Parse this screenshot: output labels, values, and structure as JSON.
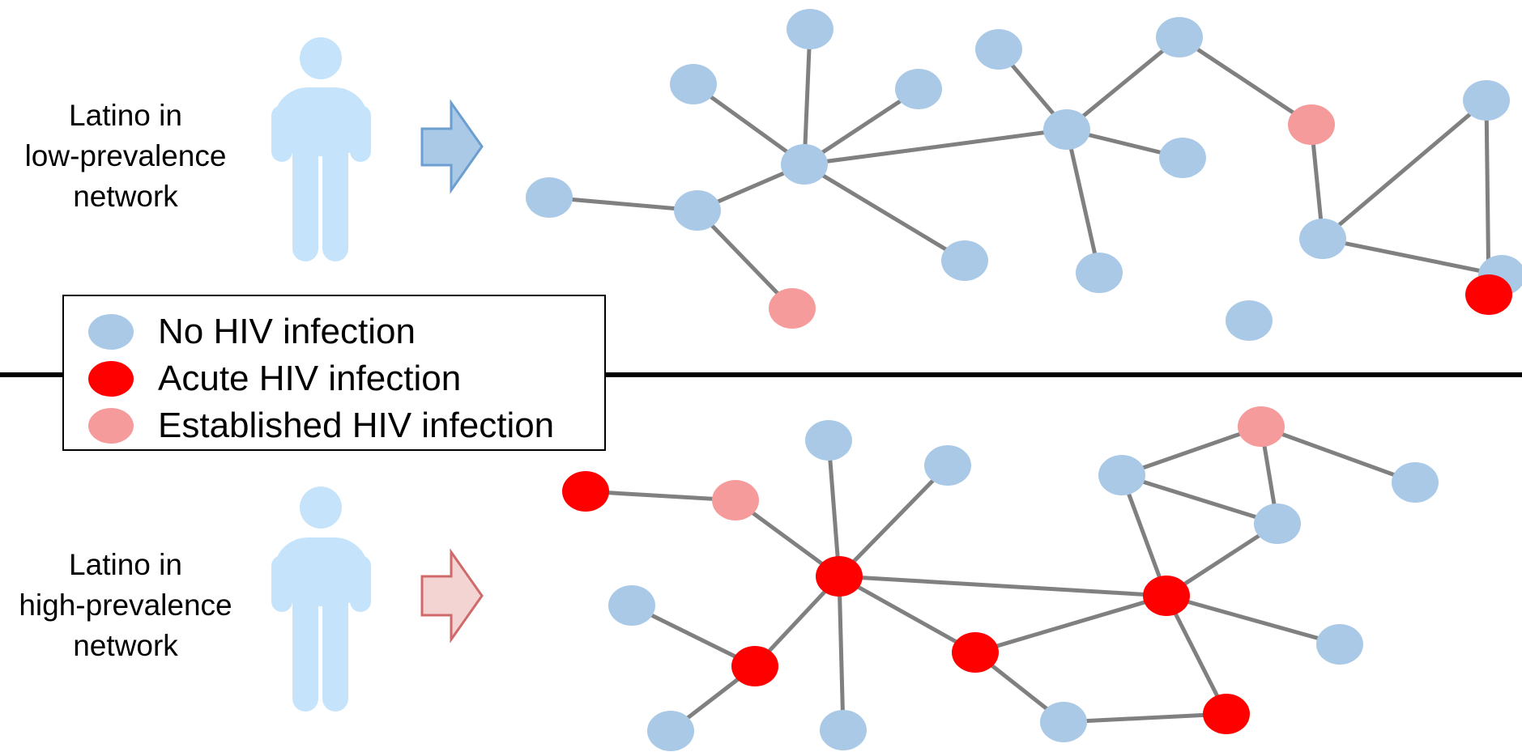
{
  "colors": {
    "no_infection": "#a9c9e6",
    "acute": "#ff0000",
    "established": "#f59b9b",
    "edge": "#808080",
    "person": "#c5e4fb"
  },
  "panels": {
    "top": {
      "caption_lines": [
        "Latino in",
        "low-prevalence",
        "network"
      ]
    },
    "bottom": {
      "caption_lines": [
        "Latino in",
        "high-prevalence",
        "network"
      ]
    }
  },
  "legend": {
    "items": [
      {
        "label": "No HIV infection",
        "status": "none"
      },
      {
        "label": "Acute HIV infection",
        "status": "acute"
      },
      {
        "label": "Established HIV infection",
        "status": "established"
      }
    ]
  },
  "networks": {
    "top": {
      "nodes": [
        {
          "id": "t1",
          "status": "none"
        },
        {
          "id": "t2",
          "status": "none"
        },
        {
          "id": "t3",
          "status": "none"
        },
        {
          "id": "t4",
          "status": "none"
        },
        {
          "id": "t5",
          "status": "none"
        },
        {
          "id": "t6",
          "status": "none"
        },
        {
          "id": "t7",
          "status": "none"
        },
        {
          "id": "t8",
          "status": "none"
        },
        {
          "id": "t9",
          "status": "established"
        },
        {
          "id": "t10",
          "status": "none"
        },
        {
          "id": "t11",
          "status": "none"
        },
        {
          "id": "t12",
          "status": "none"
        },
        {
          "id": "t13",
          "status": "none"
        },
        {
          "id": "t14",
          "status": "none"
        },
        {
          "id": "t15",
          "status": "established"
        },
        {
          "id": "t16",
          "status": "none"
        },
        {
          "id": "t17",
          "status": "none"
        },
        {
          "id": "t18",
          "status": "none"
        },
        {
          "id": "t19",
          "status": "acute"
        }
      ],
      "edges": [
        [
          "t5",
          "t1"
        ],
        [
          "t5",
          "t2"
        ],
        [
          "t5",
          "t3"
        ],
        [
          "t5",
          "t6"
        ],
        [
          "t5",
          "t7"
        ],
        [
          "t5",
          "t10"
        ],
        [
          "t6",
          "t4"
        ],
        [
          "t6",
          "t9"
        ],
        [
          "t10",
          "t8"
        ],
        [
          "t10",
          "t11"
        ],
        [
          "t10",
          "t12"
        ],
        [
          "t10",
          "t13"
        ],
        [
          "t11",
          "t15"
        ],
        [
          "t15",
          "t16"
        ],
        [
          "t16",
          "t17"
        ],
        [
          "t16",
          "t18"
        ],
        [
          "t18",
          "t19"
        ]
      ]
    },
    "bottom": {
      "nodes": [
        {
          "id": "b1",
          "status": "acute"
        },
        {
          "id": "b2",
          "status": "established"
        },
        {
          "id": "b3",
          "status": "none"
        },
        {
          "id": "b4",
          "status": "none"
        },
        {
          "id": "b5",
          "status": "acute"
        },
        {
          "id": "b6",
          "status": "none"
        },
        {
          "id": "b7",
          "status": "acute"
        },
        {
          "id": "b8",
          "status": "none"
        },
        {
          "id": "b9",
          "status": "none"
        },
        {
          "id": "b10",
          "status": "acute"
        },
        {
          "id": "b11",
          "status": "none"
        },
        {
          "id": "b12",
          "status": "established"
        },
        {
          "id": "b13",
          "status": "none"
        },
        {
          "id": "b14",
          "status": "none"
        },
        {
          "id": "b15",
          "status": "none"
        },
        {
          "id": "b16",
          "status": "acute"
        },
        {
          "id": "b17",
          "status": "none"
        },
        {
          "id": "b18",
          "status": "acute"
        }
      ],
      "edges": [
        [
          "b1",
          "b2"
        ],
        [
          "b2",
          "b5"
        ],
        [
          "b3",
          "b5"
        ],
        [
          "b4",
          "b5"
        ],
        [
          "b5",
          "b7"
        ],
        [
          "b5",
          "b9"
        ],
        [
          "b5",
          "b10"
        ],
        [
          "b5",
          "b16"
        ],
        [
          "b6",
          "b7"
        ],
        [
          "b7",
          "b8"
        ],
        [
          "b10",
          "b16"
        ],
        [
          "b10",
          "b17"
        ],
        [
          "b17",
          "b18"
        ],
        [
          "b16",
          "b18"
        ],
        [
          "b16",
          "b11"
        ],
        [
          "b16",
          "b15"
        ],
        [
          "b16",
          "b14"
        ],
        [
          "b11",
          "b12"
        ],
        [
          "b11",
          "b15"
        ],
        [
          "b12",
          "b15"
        ],
        [
          "b12",
          "b13"
        ]
      ]
    }
  }
}
